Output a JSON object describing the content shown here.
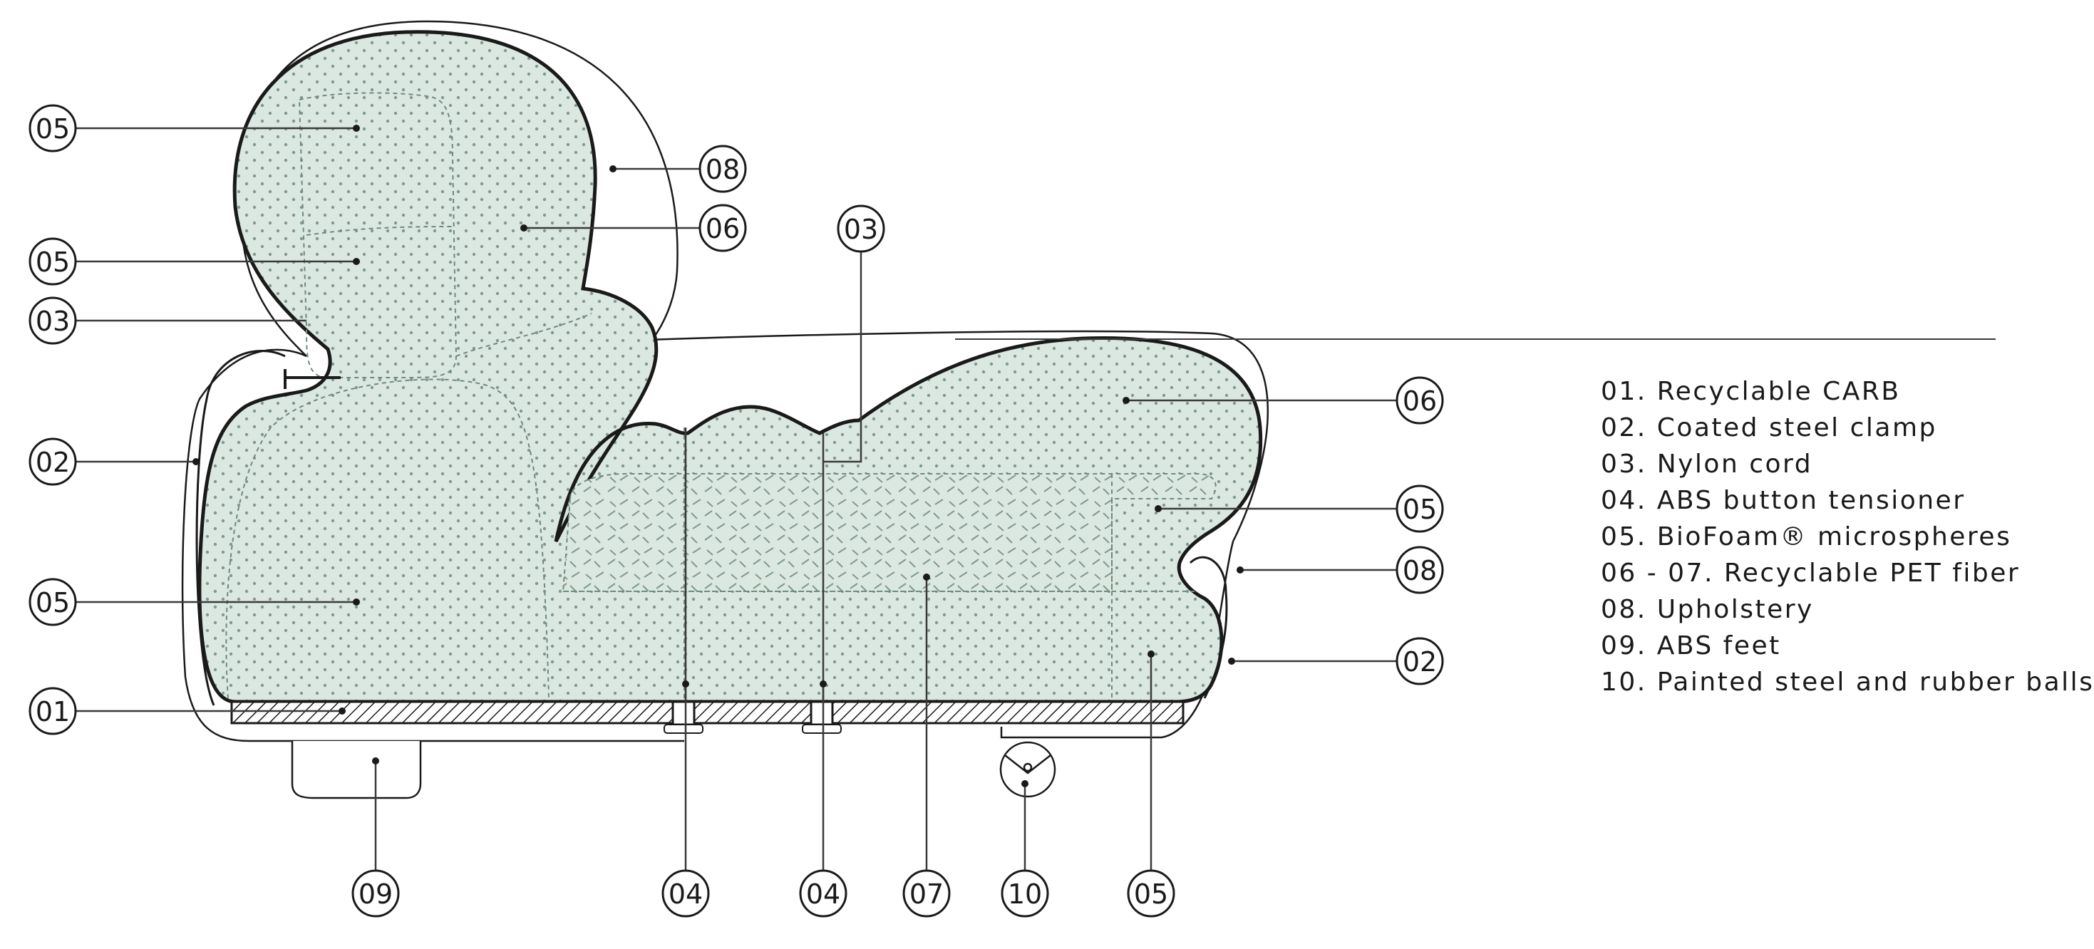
{
  "colors": {
    "fill": "#dbe8e1",
    "line": "#1a1a1a",
    "texture": "#8fa89a"
  },
  "legend": [
    "01. Recyclable CARB",
    "02. Coated steel clamp",
    "03. Nylon cord",
    "04. ABS button tensioner",
    "05. BioFoam® microspheres",
    "06 - 07. Recyclable PET fiber",
    "08. Upholstery",
    "09. ABS feet",
    "10. Painted steel and rubber balls"
  ],
  "callouts": {
    "c1": "05",
    "c2": "05",
    "c3": "03",
    "c4": "02",
    "c5": "05",
    "c6": "01",
    "c7": "08",
    "c8": "06",
    "c9": "03",
    "c10": "06",
    "c11": "05",
    "c12": "08",
    "c13": "02",
    "c14": "09",
    "c15": "04",
    "c16": "04",
    "c17": "07",
    "c18": "10",
    "c19": "05"
  }
}
